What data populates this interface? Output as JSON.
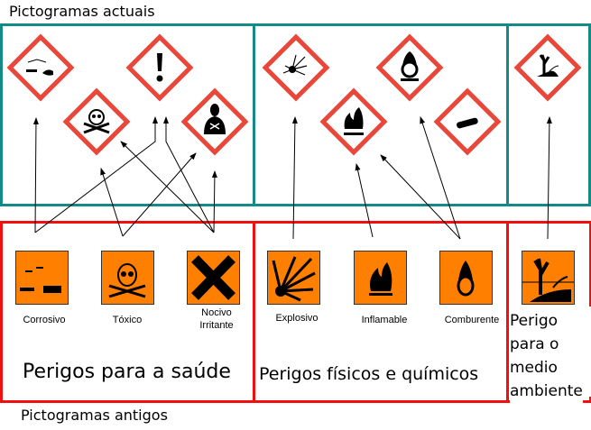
{
  "titles": {
    "current": "Pictogramas actuais",
    "old": "Pictogramas antigos"
  },
  "groups": {
    "health": "Perigos para a saúde",
    "physical": "Perigos físicos e químicos",
    "env_lines": [
      "Perigo",
      "para o",
      "medio",
      "ambiente"
    ]
  },
  "old_labels": {
    "corrosive": "Corrosivo",
    "toxic": "Tóxico",
    "harmful": [
      "Nocivo",
      "Irritante"
    ],
    "explosive": "Explosivo",
    "flammable": "Inflamable",
    "oxidizer": "Comburente"
  },
  "colors": {
    "teal": "#148a86",
    "red": "#f01010",
    "orange": "#ff8000",
    "ghs_red": "#e8473a"
  }
}
